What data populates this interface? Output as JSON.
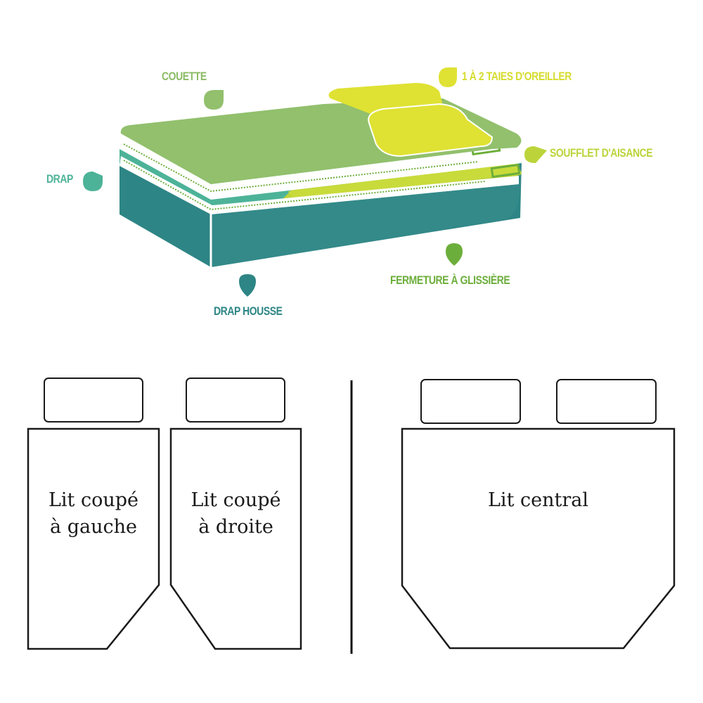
{
  "colors": {
    "couette": "#92c06d",
    "drap": "#4db398",
    "drap_housse": "#2e8585",
    "taies": "#dfe233",
    "soufflet": "#bcd43a",
    "fermeture": "#6cae3b",
    "outline": "#1a1a1a"
  },
  "top_diagram": {
    "labels": {
      "couette": "COUETTE",
      "taies": "1 À 2 TAIES D'OREILLER",
      "soufflet": "SOUFFLET D'AISANCE",
      "drap": "DRAP",
      "fermeture": "FERMETURE À GLISSIÈRE",
      "drap_housse": "DRAP HOUSSE"
    }
  },
  "bottom_diagram": {
    "beds": [
      {
        "line1": "Lit coupé",
        "line2": "à gauche"
      },
      {
        "line1": "Lit coupé",
        "line2": "à droite"
      },
      {
        "line1": "Lit central",
        "line2": ""
      }
    ]
  }
}
